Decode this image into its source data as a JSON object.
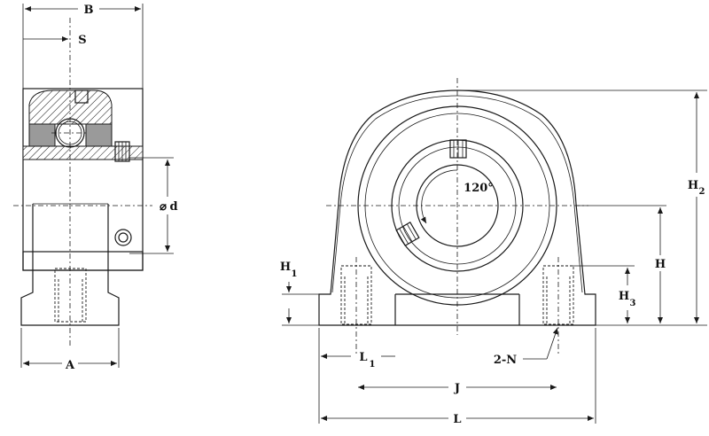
{
  "labels": {
    "B": "B",
    "S": "S",
    "d": "d",
    "d_symbol": "⌀",
    "A": "A",
    "H1": "H",
    "H1_sub": "1",
    "H2": "H",
    "H2_sub": "2",
    "H": "H",
    "H3": "H",
    "H3_sub": "3",
    "L1": "L",
    "L1_sub": "1",
    "J": "J",
    "L": "L",
    "N": "2-N",
    "angle": "120°"
  }
}
